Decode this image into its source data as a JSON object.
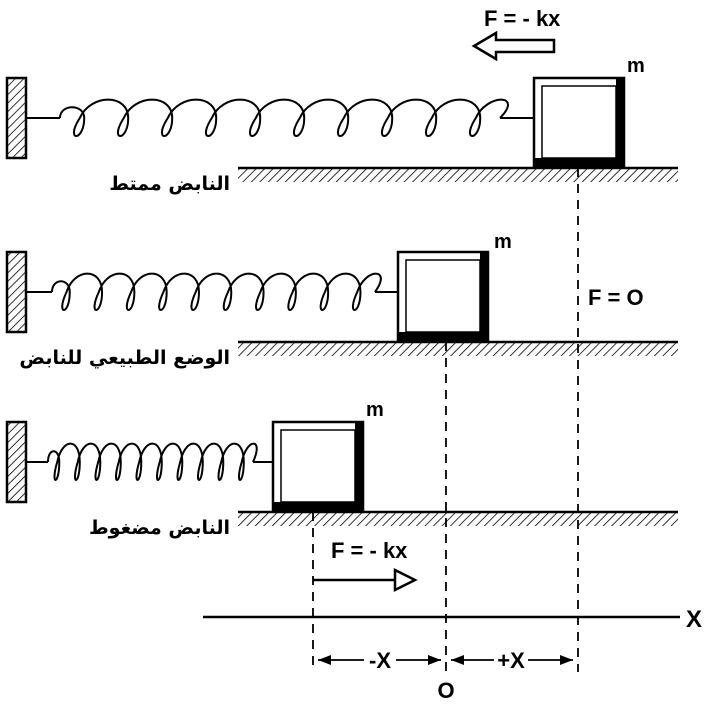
{
  "diagram": {
    "colors": {
      "ink": "#000000",
      "background": "#ffffff",
      "block_face": "#ffffff"
    },
    "rows": [
      {
        "state_label": "النابض ممتط",
        "mass_label": "m",
        "force_label": "F = - kx",
        "force_direction": "left"
      },
      {
        "state_label": "الوضع الطبيعي للنابض",
        "mass_label": "m",
        "force_label": "F = O"
      },
      {
        "state_label": "النابض مضغوط",
        "mass_label": "m",
        "force_label": "F = - kx",
        "force_direction": "right"
      }
    ],
    "axis": {
      "label": "X",
      "origin_label": "O",
      "negative_label": "-X",
      "positive_label": "+X"
    }
  }
}
